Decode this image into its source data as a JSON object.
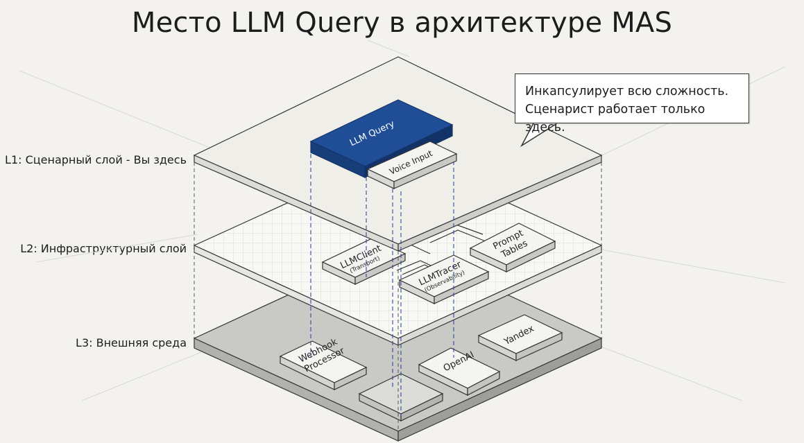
{
  "title": "Место LLM Query в архитектуре MAS",
  "layers": [
    {
      "label": "L1: Сценарный слой - Вы здесь"
    },
    {
      "label": "L2: Инфраструктурный слой"
    },
    {
      "label": "L3: Внешняя среда"
    }
  ],
  "components": {
    "llm_query": "LLM Query",
    "voice_input": "Voice Input",
    "llm_client": "LLMClient",
    "llm_client_sub": "(Transport)",
    "llm_tracer": "LLMTracer",
    "llm_tracer_sub": "(Observability)",
    "prompt_tables_1": "Prompt",
    "prompt_tables_2": "Tables",
    "webhook_1": "Webhook",
    "webhook_2": "Processor",
    "openai": "OpenAI",
    "yandex": "Yandex"
  },
  "callout": {
    "line1": "Инкапсулирует всю сложность.",
    "line2": "Сценарист работает только здесь."
  },
  "colors": {
    "background": "#f3f2ee",
    "llm_query": "#1f4e96",
    "layer_top": "#efeee9",
    "layer_mid": "#f8f8f5",
    "layer_bottom": "#c9c9c6",
    "dashed_blue": "#2b4e9c"
  }
}
